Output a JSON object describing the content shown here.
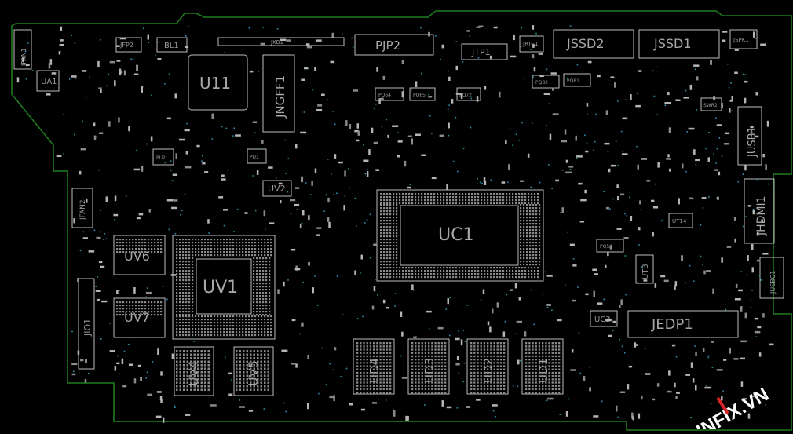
{
  "board": {
    "outline_color": "#1f7a1f",
    "silk_color": "#bdbdbd",
    "via_color": "#2d8fa8",
    "background": "#000000"
  },
  "labels": {
    "u11": "U11",
    "jngff1": "JNGFF1",
    "pjp2": "PJP2",
    "jssd2": "JSSD2",
    "jssd1": "JSSD1",
    "jtp1": "JTP1",
    "jrtc1": "JRTC1",
    "jspk1": "JSPK1",
    "jfp2": "JFP2",
    "jbl1": "JBL1",
    "jkb1": "JKB1",
    "jfan1": "JFAN1",
    "ua1": "UA1",
    "jfan2": "JFAN2",
    "jio1": "JIO1",
    "uv6": "UV6",
    "uv1": "UV1",
    "uv7": "UV7",
    "uv4": "UV4",
    "uv5": "UV5",
    "uv2": "UV2",
    "uc1": "UC1",
    "ud4": "UD4",
    "ud3": "UD3",
    "ud2": "UD2",
    "ud1": "UD1",
    "jusb1": "JUSB1",
    "jhdmi1": "JHDMI1",
    "jusbc1": "JUSBC1",
    "jedp1": "JEDP1",
    "uc3": "UC3",
    "ut3": "UT3",
    "ut14": "UT14",
    "pu2": "PU2",
    "pu1": "PU1",
    "pq64": "PQ64",
    "pq65": "PQ65",
    "pq72": "PQ72",
    "pq82": "PQ82",
    "pq81": "PQ81",
    "pq5a": "PQ5A",
    "swr2": "SWR2"
  },
  "watermark": {
    "text": "HNFIX.VN",
    "accent_color": "#d9232a",
    "text_color": "#ffffff"
  }
}
